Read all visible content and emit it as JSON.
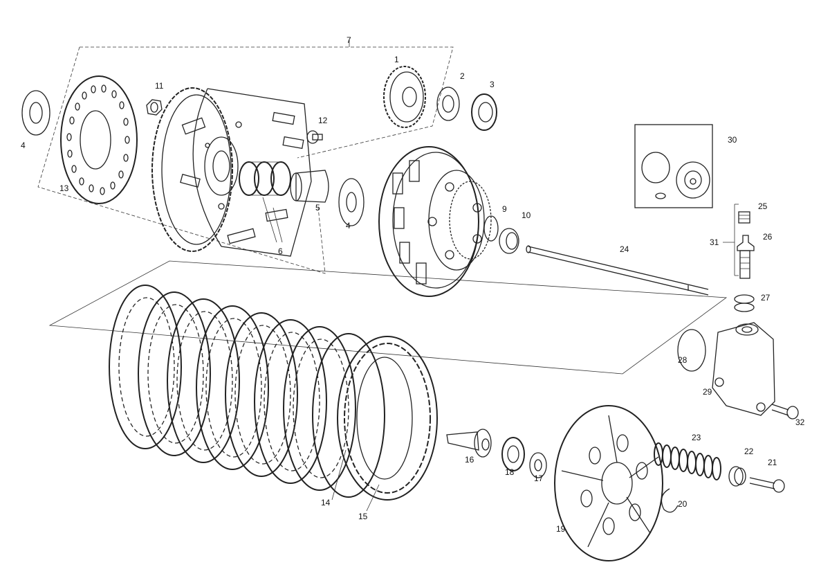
{
  "diagram": {
    "labels": {
      "p1": "1",
      "p2": "2",
      "p3": "3",
      "p4a": "4",
      "p4b": "4",
      "p5": "5",
      "p6": "6",
      "p7": "7",
      "p9": "9",
      "p10": "10",
      "p11": "11",
      "p12": "12",
      "p13": "13",
      "p14": "14",
      "p15": "15",
      "p16": "16",
      "p17": "17",
      "p18": "18",
      "p19": "19",
      "p20": "20",
      "p21": "21",
      "p22": "22",
      "p23": "23",
      "p24": "24",
      "p25": "25",
      "p26": "26",
      "p27": "27",
      "p28": "28",
      "p29": "29",
      "p30": "30",
      "p31": "31",
      "p32": "32"
    }
  }
}
